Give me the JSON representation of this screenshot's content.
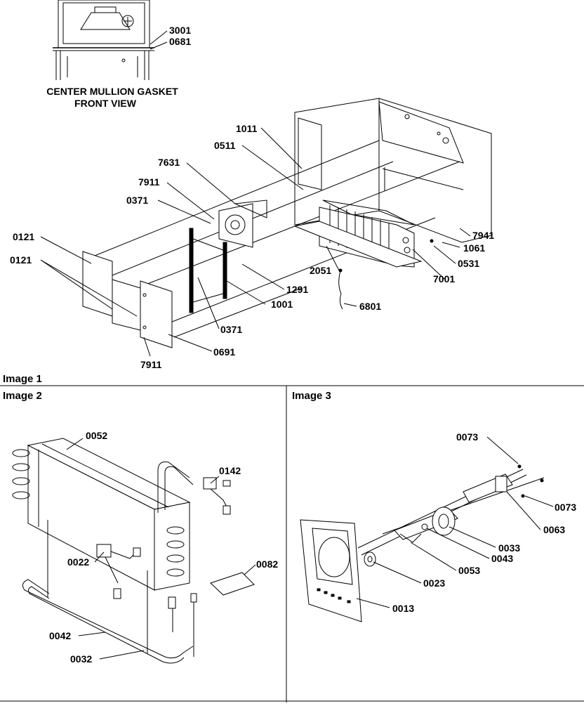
{
  "inset": {
    "caption_line1": "CENTER MULLION GASKET",
    "caption_line2": "FRONT VIEW",
    "labels": [
      "3001",
      "0681"
    ]
  },
  "image1": {
    "title": "Image 1",
    "labels": [
      "1011",
      "0511",
      "7631",
      "7911",
      "0371",
      "0121",
      "0121",
      "7941",
      "1061",
      "0531",
      "7001",
      "2051",
      "1291",
      "1001",
      "6801",
      "0371",
      "0691",
      "7911"
    ]
  },
  "image2": {
    "title": "Image 2",
    "labels": [
      "0052",
      "0142",
      "0022",
      "0082",
      "0042",
      "0032"
    ]
  },
  "image3": {
    "title": "Image 3",
    "labels": [
      "0073",
      "0073",
      "0063",
      "0033",
      "0043",
      "0053",
      "0023",
      "0013"
    ]
  }
}
